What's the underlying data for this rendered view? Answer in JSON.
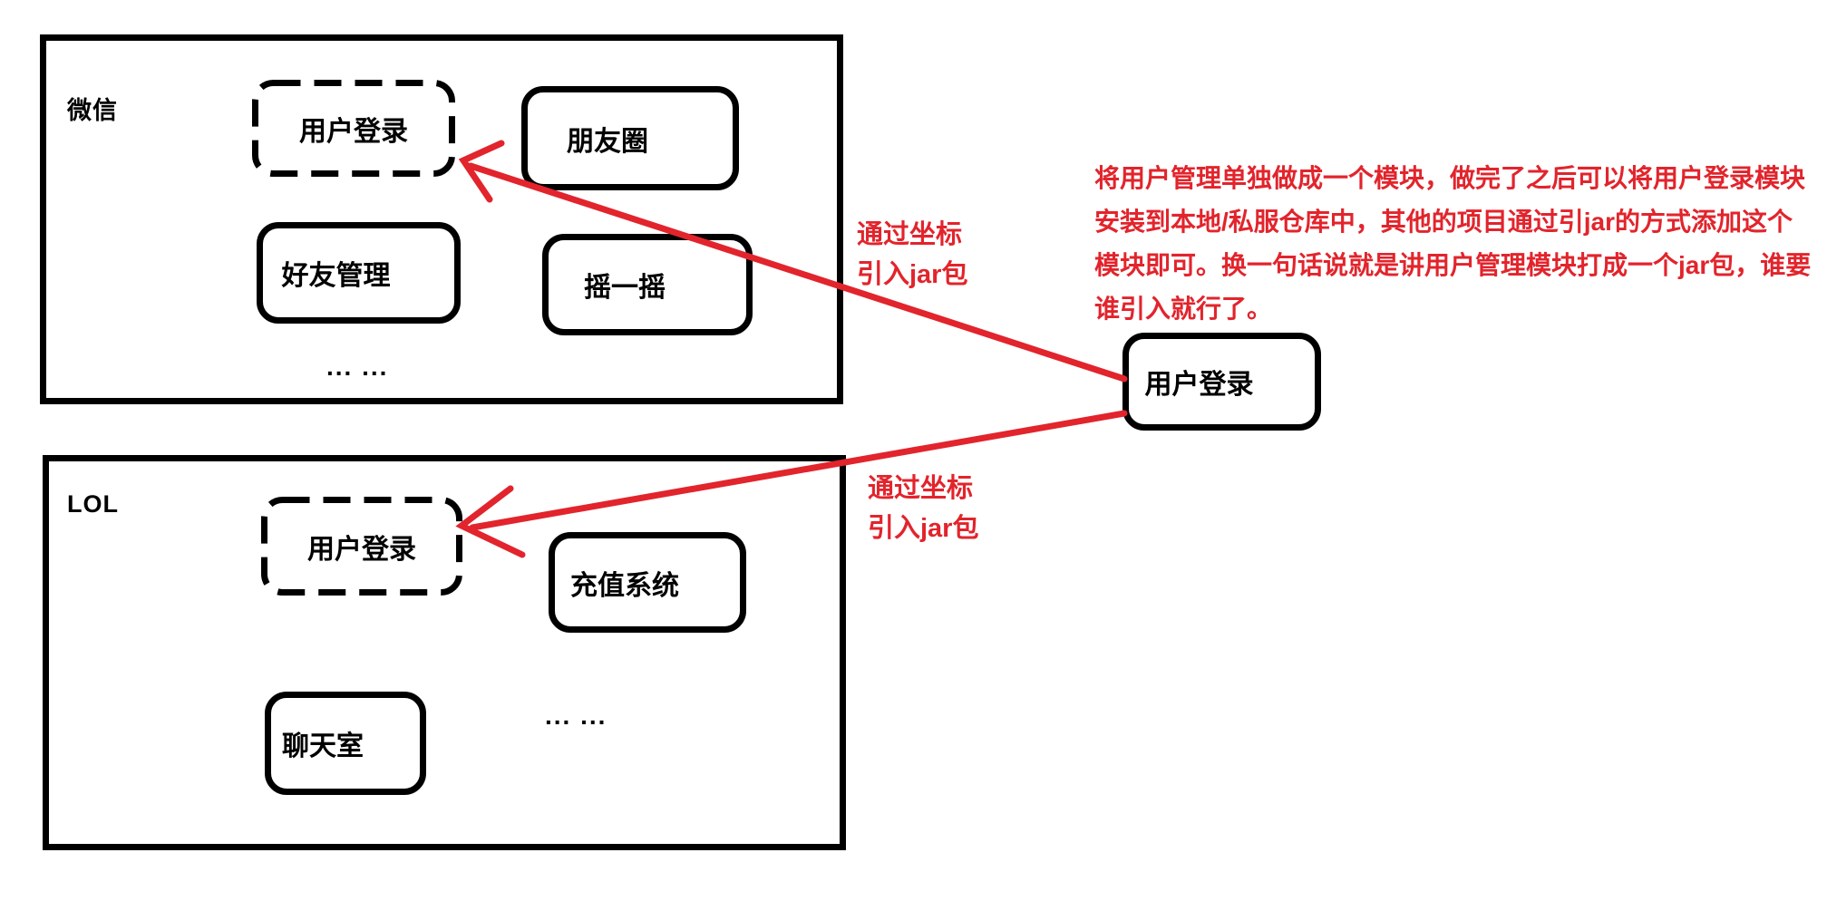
{
  "colors": {
    "ink": "#000000",
    "accent": "#e2242c",
    "paper": "#ffffff"
  },
  "wechat_panel": {
    "title": "微信",
    "dashed_module": {
      "label": "用户登录"
    },
    "modules": [
      {
        "label": "朋友圈"
      },
      {
        "label": "好友管理"
      },
      {
        "label": "摇一摇"
      }
    ],
    "ellipsis": "... ..."
  },
  "lol_panel": {
    "title": "LOL",
    "dashed_module": {
      "label": "用户登录"
    },
    "modules": [
      {
        "label": "充值系统"
      },
      {
        "label": "聊天室"
      }
    ],
    "ellipsis": "... ..."
  },
  "shared_module": {
    "label": "用户登录"
  },
  "arrow_labels": {
    "to_wechat": {
      "line1": "通过坐标",
      "line2": "引入jar包"
    },
    "to_lol": {
      "line1": "通过坐标",
      "line2": "引入jar包"
    }
  },
  "note": {
    "lines": [
      "将用户管理单独做成一个模块，做完了之后可以将用户登录模块",
      "安装到本地/私服仓库中，其他的项目通过引jar的方式添加这个",
      "模块即可。换一句话说就是讲用户管理模块打成一个jar包，谁要",
      "谁引入就行了。"
    ]
  }
}
